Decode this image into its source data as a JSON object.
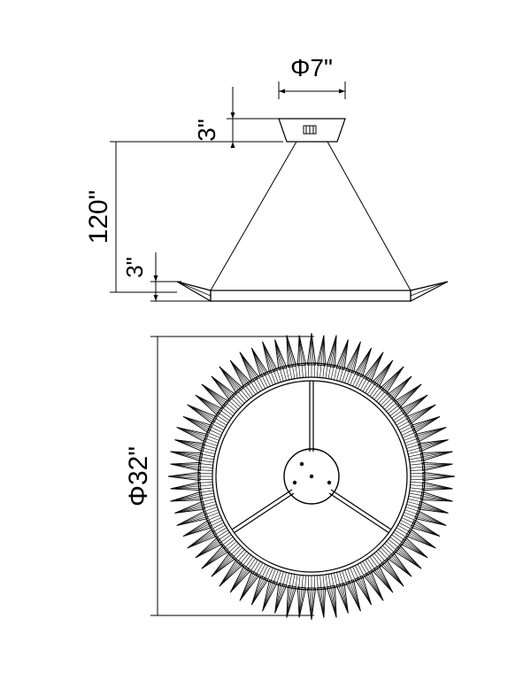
{
  "dimensions": {
    "canopy_diameter": "Φ7\"",
    "canopy_height": "3\"",
    "overall_height": "120\"",
    "ring_height": "3\"",
    "ring_diameter": "Φ32\""
  },
  "colors": {
    "line": "#000000",
    "background": "#ffffff"
  }
}
